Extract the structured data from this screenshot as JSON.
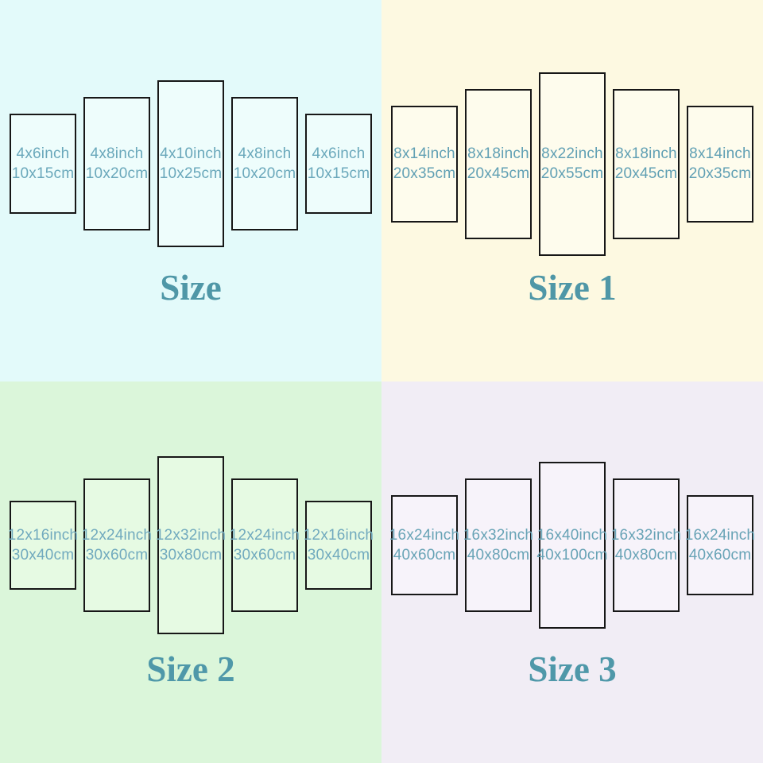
{
  "quadrants": [
    {
      "title": "Size",
      "colors": {
        "background": "#e3fafa",
        "panel_fill": "#eefdfc",
        "panel_border": "#171717",
        "label_text": "#6aa8bb",
        "title_text": "#4f97a7"
      },
      "panels": [
        {
          "inch_label": "4x6inch",
          "cm_label": "10x15cm"
        },
        {
          "inch_label": "4x8inch",
          "cm_label": "10x20cm"
        },
        {
          "inch_label": "4x10inch",
          "cm_label": "10x25cm"
        },
        {
          "inch_label": "4x8inch",
          "cm_label": "10x20cm"
        },
        {
          "inch_label": "4x6inch",
          "cm_label": "10x15cm"
        }
      ]
    },
    {
      "title": "Size 1",
      "colors": {
        "background": "#fdf9e1",
        "panel_fill": "#fefced",
        "panel_border": "#171717",
        "label_text": "#61a0b4",
        "title_text": "#4f97a7"
      },
      "panels": [
        {
          "inch_label": "8x14inch",
          "cm_label": "20x35cm"
        },
        {
          "inch_label": "8x18inch",
          "cm_label": "20x45cm"
        },
        {
          "inch_label": "8x22inch",
          "cm_label": "20x55cm"
        },
        {
          "inch_label": "8x18inch",
          "cm_label": "20x45cm"
        },
        {
          "inch_label": "8x14inch",
          "cm_label": "20x35cm"
        }
      ]
    },
    {
      "title": "Size 2",
      "colors": {
        "background": "#dbf6da",
        "panel_fill": "#e6fae3",
        "panel_border": "#171717",
        "label_text": "#71aabe",
        "title_text": "#4f98a9"
      },
      "panels": [
        {
          "inch_label": "12x16inch",
          "cm_label": "30x40cm"
        },
        {
          "inch_label": "12x24inch",
          "cm_label": "30x60cm"
        },
        {
          "inch_label": "12x32inch",
          "cm_label": "30x80cm"
        },
        {
          "inch_label": "12x24inch",
          "cm_label": "30x60cm"
        },
        {
          "inch_label": "12x16inch",
          "cm_label": "30x40cm"
        }
      ]
    },
    {
      "title": "Size 3",
      "colors": {
        "background": "#f1edf5",
        "panel_fill": "#f7f3fa",
        "panel_border": "#171717",
        "label_text": "#68a3b6",
        "title_text": "#4f98a9"
      },
      "panels": [
        {
          "inch_label": "16x24inch",
          "cm_label": "40x60cm"
        },
        {
          "inch_label": "16x32inch",
          "cm_label": "40x80cm"
        },
        {
          "inch_label": "16x40inch",
          "cm_label": "40x100cm"
        },
        {
          "inch_label": "16x32inch",
          "cm_label": "40x80cm"
        },
        {
          "inch_label": "16x24inch",
          "cm_label": "40x60cm"
        }
      ]
    }
  ]
}
